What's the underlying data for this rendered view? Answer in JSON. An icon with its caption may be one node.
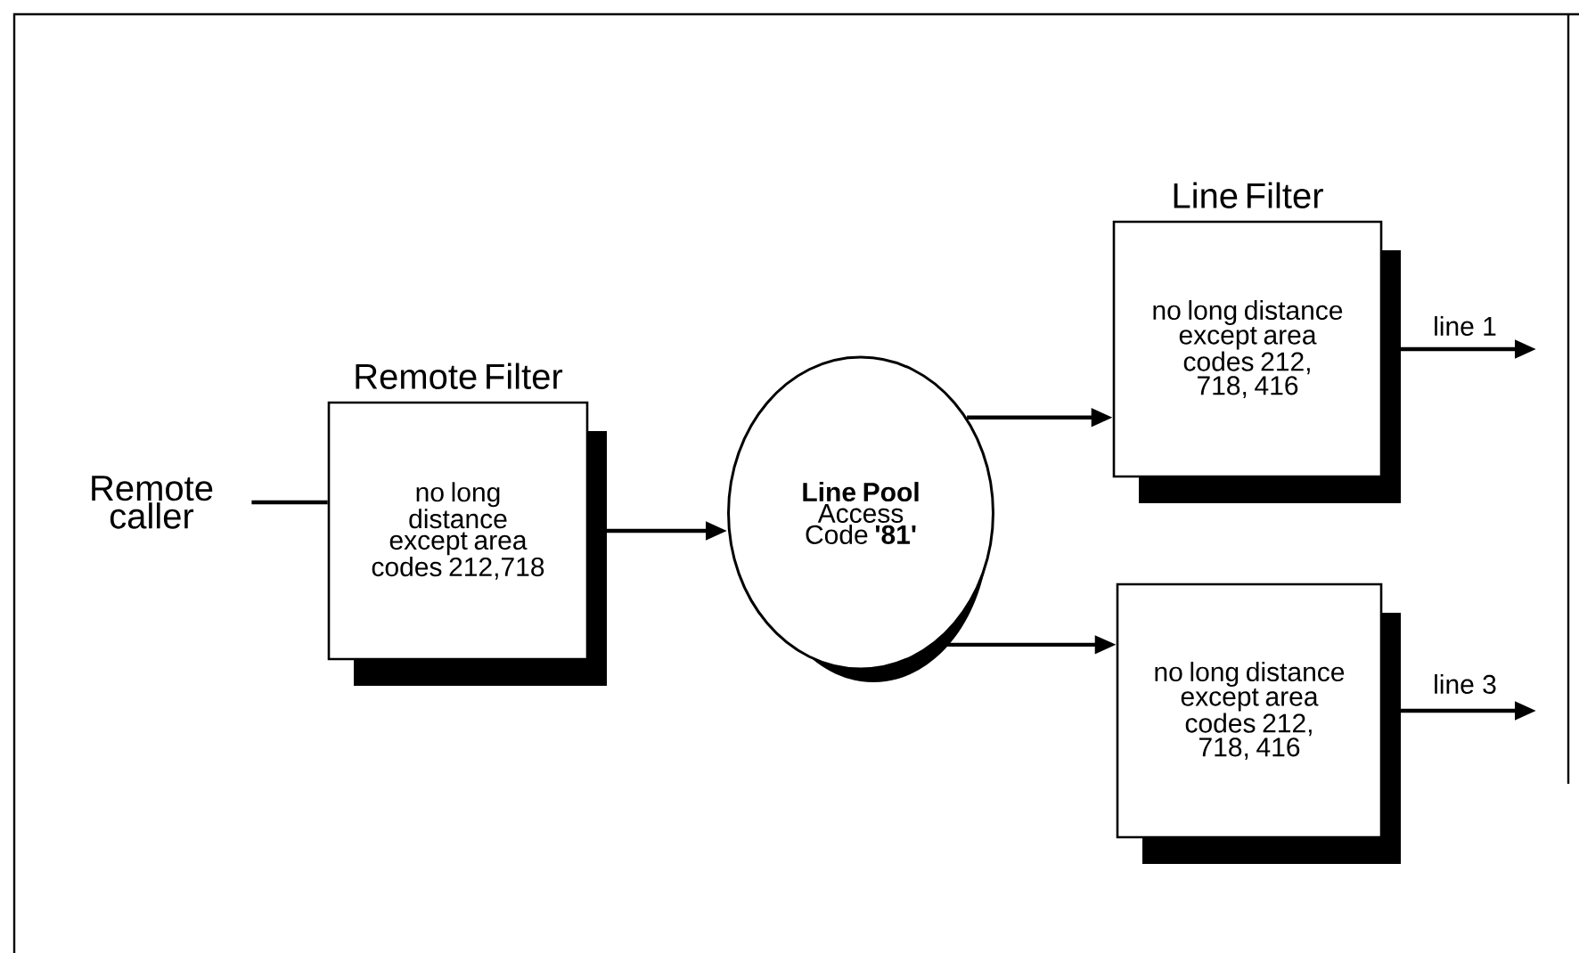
{
  "diagram": {
    "nodes": [
      {
        "text": [
          "Remote caller"
        ]
      },
      {
        "text": [
          "Remote Filter",
          "no long distance except area codes 212,718"
        ]
      },
      {
        "text": [
          "**Line Pool** Access Code **'81'**"
        ]
      },
      {
        "text": [
          "Line Filter",
          "no long distance except area codes 212, 718, 416"
        ]
      },
      {
        "text": [
          "no long distance except area codes 212, 718, 416"
        ]
      }
    ],
    "edges": [
      {
        "from": 0,
        "to": 1,
        "arrow": "none"
      },
      {
        "from": 1,
        "to": 2,
        "arrow": "to"
      },
      {
        "from": 2,
        "to": 3,
        "arrow": "to"
      },
      {
        "from": 2,
        "to": 4,
        "arrow": "to"
      },
      {
        "from": 3,
        "to": null,
        "arrow": "to",
        "label": "line 1"
      },
      {
        "from": 4,
        "to": null,
        "arrow": "to",
        "label": "line 3"
      }
    ]
  }
}
